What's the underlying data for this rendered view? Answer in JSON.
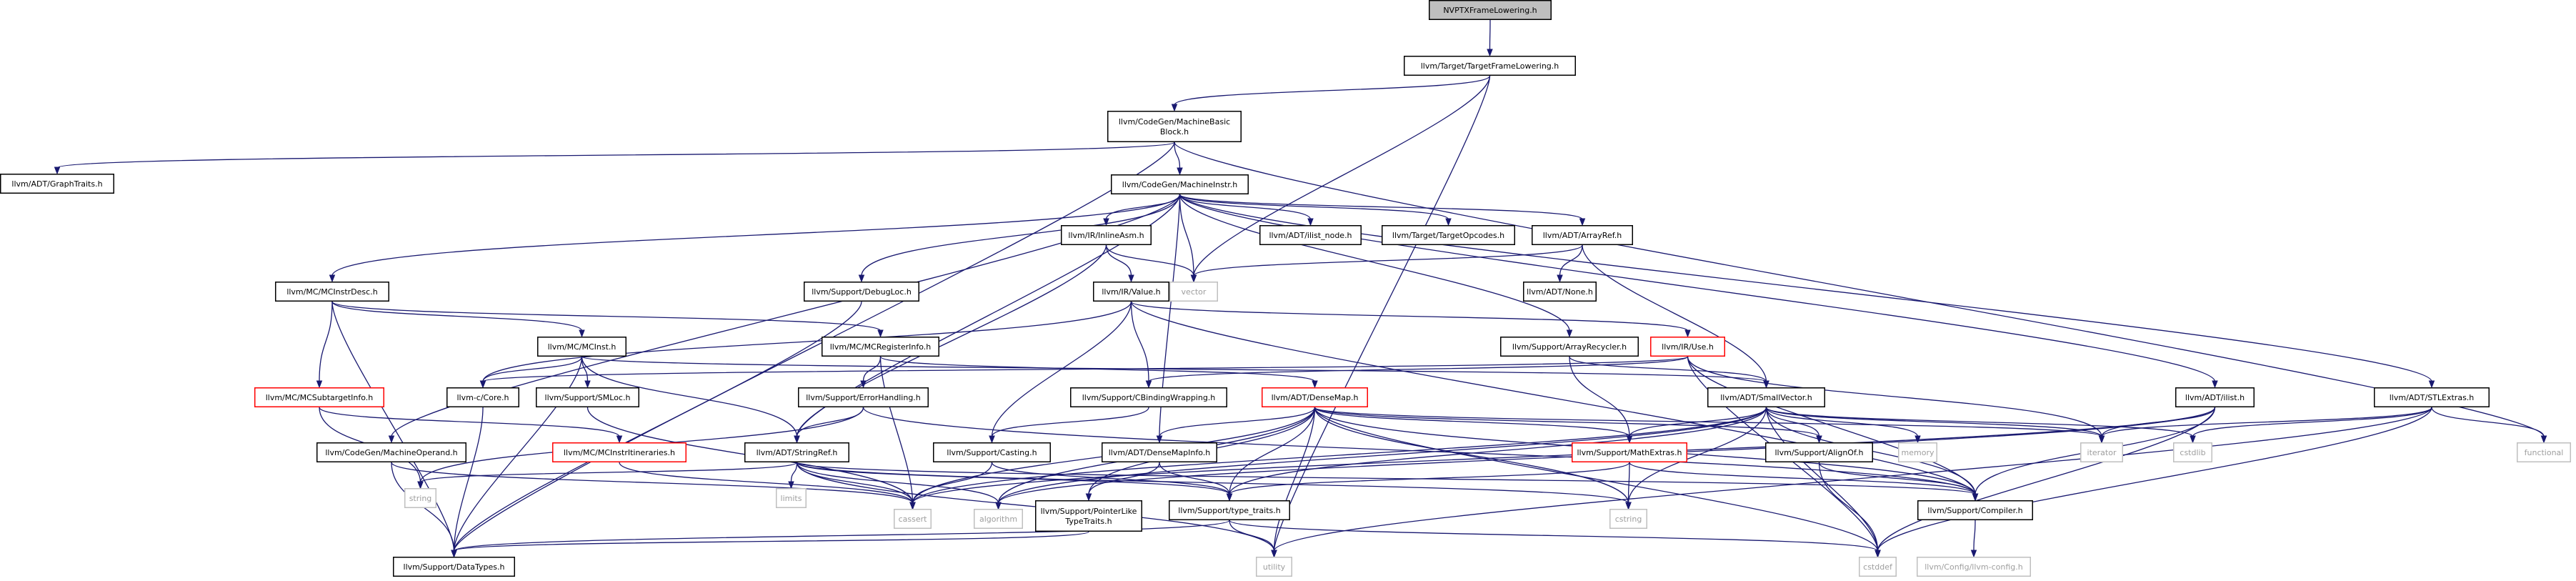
{
  "diagram": {
    "type": "include-dependency-graph",
    "colors": {
      "edge": "#191970",
      "box": "#000000",
      "highlight": "#bfbfbf",
      "missing": "#ff0000",
      "gray_border": "#bfbfbf",
      "gray_text": "#9e9e9e"
    },
    "nodes": [
      {
        "id": "root",
        "lines": [
          "NVPTXFrameLowering.h"
        ],
        "style": "highlight"
      },
      {
        "id": "tfl",
        "lines": [
          "llvm/Target/TargetFrameLowering.h"
        ],
        "style": "box"
      },
      {
        "id": "mbb",
        "lines": [
          "llvm/CodeGen/MachineBasic",
          "Block.h"
        ],
        "style": "box"
      },
      {
        "id": "gt",
        "lines": [
          "llvm/ADT/GraphTraits.h"
        ],
        "style": "box"
      },
      {
        "id": "mi",
        "lines": [
          "llvm/CodeGen/MachineInstr.h"
        ],
        "style": "box"
      },
      {
        "id": "mcid",
        "lines": [
          "llvm/MC/MCInstrDesc.h"
        ],
        "style": "box"
      },
      {
        "id": "ia",
        "lines": [
          "llvm/IR/InlineAsm.h"
        ],
        "style": "box"
      },
      {
        "id": "ilist_node",
        "lines": [
          "llvm/ADT/ilist_node.h"
        ],
        "style": "box"
      },
      {
        "id": "tgtop",
        "lines": [
          "llvm/Target/TargetOpcodes.h"
        ],
        "style": "box"
      },
      {
        "id": "aref",
        "lines": [
          "llvm/ADT/ArrayRef.h"
        ],
        "style": "box"
      },
      {
        "id": "vector",
        "lines": [
          "vector"
        ],
        "style": "gray"
      },
      {
        "id": "dbgloc",
        "lines": [
          "llvm/Support/DebugLoc.h"
        ],
        "style": "box"
      },
      {
        "id": "value",
        "lines": [
          "llvm/IR/Value.h"
        ],
        "style": "box"
      },
      {
        "id": "none",
        "lines": [
          "llvm/ADT/None.h"
        ],
        "style": "box"
      },
      {
        "id": "mcinst",
        "lines": [
          "llvm/MC/MCInst.h"
        ],
        "style": "box"
      },
      {
        "id": "mcreg",
        "lines": [
          "llvm/MC/MCRegisterInfo.h"
        ],
        "style": "box"
      },
      {
        "id": "arec",
        "lines": [
          "llvm/Support/ArrayRecycler.h"
        ],
        "style": "box"
      },
      {
        "id": "use",
        "lines": [
          "llvm/IR/Use.h"
        ],
        "style": "red"
      },
      {
        "id": "ilist",
        "lines": [
          "llvm/ADT/ilist.h"
        ],
        "style": "box"
      },
      {
        "id": "stlext",
        "lines": [
          "llvm/ADT/STLExtras.h"
        ],
        "style": "box"
      },
      {
        "id": "mcsub",
        "lines": [
          "llvm/MC/MCSubtargetInfo.h"
        ],
        "style": "red"
      },
      {
        "id": "ccore",
        "lines": [
          "llvm-c/Core.h"
        ],
        "style": "box"
      },
      {
        "id": "smloc",
        "lines": [
          "llvm/Support/SMLoc.h"
        ],
        "style": "box"
      },
      {
        "id": "errh",
        "lines": [
          "llvm/Support/ErrorHandling.h"
        ],
        "style": "box"
      },
      {
        "id": "cbw",
        "lines": [
          "llvm/Support/CBindingWrapping.h"
        ],
        "style": "box"
      },
      {
        "id": "dmap",
        "lines": [
          "llvm/ADT/DenseMap.h"
        ],
        "style": "red"
      },
      {
        "id": "svec",
        "lines": [
          "llvm/ADT/SmallVector.h"
        ],
        "style": "box"
      },
      {
        "id": "mop",
        "lines": [
          "llvm/CodeGen/MachineOperand.h"
        ],
        "style": "box"
      },
      {
        "id": "mcitin",
        "lines": [
          "llvm/MC/MCInstrItineraries.h"
        ],
        "style": "red"
      },
      {
        "id": "sref",
        "lines": [
          "llvm/ADT/StringRef.h"
        ],
        "style": "box"
      },
      {
        "id": "casting",
        "lines": [
          "llvm/Support/Casting.h"
        ],
        "style": "box"
      },
      {
        "id": "dmi",
        "lines": [
          "llvm/ADT/DenseMapInfo.h"
        ],
        "style": "box"
      },
      {
        "id": "mext",
        "lines": [
          "llvm/Support/MathExtras.h"
        ],
        "style": "red"
      },
      {
        "id": "alignof",
        "lines": [
          "llvm/Support/AlignOf.h"
        ],
        "style": "box"
      },
      {
        "id": "memory",
        "lines": [
          "memory"
        ],
        "style": "gray"
      },
      {
        "id": "iterator",
        "lines": [
          "iterator"
        ],
        "style": "gray"
      },
      {
        "id": "cstdlib",
        "lines": [
          "cstdlib"
        ],
        "style": "gray"
      },
      {
        "id": "functional",
        "lines": [
          "functional"
        ],
        "style": "gray"
      },
      {
        "id": "string",
        "lines": [
          "string"
        ],
        "style": "gray"
      },
      {
        "id": "limits",
        "lines": [
          "limits"
        ],
        "style": "gray"
      },
      {
        "id": "cassert",
        "lines": [
          "cassert"
        ],
        "style": "gray"
      },
      {
        "id": "algorithm",
        "lines": [
          "algorithm"
        ],
        "style": "gray"
      },
      {
        "id": "pli",
        "lines": [
          "llvm/Support/PointerLike",
          "TypeTraits.h"
        ],
        "style": "box"
      },
      {
        "id": "ttraits",
        "lines": [
          "llvm/Support/type_traits.h"
        ],
        "style": "box"
      },
      {
        "id": "cstring",
        "lines": [
          "cstring"
        ],
        "style": "gray"
      },
      {
        "id": "compiler",
        "lines": [
          "llvm/Support/Compiler.h"
        ],
        "style": "box"
      },
      {
        "id": "dtypes",
        "lines": [
          "llvm/Support/DataTypes.h"
        ],
        "style": "box"
      },
      {
        "id": "utility",
        "lines": [
          "utility"
        ],
        "style": "gray"
      },
      {
        "id": "cstddef",
        "lines": [
          "cstddef"
        ],
        "style": "gray"
      },
      {
        "id": "config",
        "lines": [
          "llvm/Config/llvm-config.h"
        ],
        "style": "gray"
      }
    ],
    "edges": [
      [
        "root",
        "tfl"
      ],
      [
        "tfl",
        "mbb"
      ],
      [
        "tfl",
        "vector"
      ],
      [
        "tfl",
        "utility"
      ],
      [
        "mbb",
        "gt"
      ],
      [
        "mbb",
        "mi"
      ],
      [
        "mbb",
        "functional"
      ],
      [
        "mbb",
        "dtypes"
      ],
      [
        "mi",
        "mcid"
      ],
      [
        "mi",
        "ia"
      ],
      [
        "mi",
        "ilist_node"
      ],
      [
        "mi",
        "tgtop"
      ],
      [
        "mi",
        "aref"
      ],
      [
        "mi",
        "vector"
      ],
      [
        "mi",
        "dbgloc"
      ],
      [
        "mi",
        "mop"
      ],
      [
        "mi",
        "sref"
      ],
      [
        "mi",
        "dmi"
      ],
      [
        "mi",
        "arec"
      ],
      [
        "mi",
        "ilist"
      ],
      [
        "mi",
        "stlext"
      ],
      [
        "ia",
        "value"
      ],
      [
        "ia",
        "sref"
      ],
      [
        "ia",
        "vector"
      ],
      [
        "aref",
        "none"
      ],
      [
        "aref",
        "svec"
      ],
      [
        "aref",
        "vector"
      ],
      [
        "mcid",
        "mcinst"
      ],
      [
        "mcid",
        "mcreg"
      ],
      [
        "mcid",
        "mcsub"
      ],
      [
        "mcid",
        "dtypes"
      ],
      [
        "dbgloc",
        "dtypes"
      ],
      [
        "value",
        "use"
      ],
      [
        "value",
        "cbw"
      ],
      [
        "value",
        "casting"
      ],
      [
        "value",
        "ccore"
      ],
      [
        "value",
        "compiler"
      ],
      [
        "mcinst",
        "ccore"
      ],
      [
        "mcinst",
        "smloc"
      ],
      [
        "mcinst",
        "sref"
      ],
      [
        "mcinst",
        "svec"
      ],
      [
        "mcinst",
        "dtypes"
      ],
      [
        "mcreg",
        "dmap"
      ],
      [
        "mcreg",
        "errh"
      ],
      [
        "mcreg",
        "cassert"
      ],
      [
        "arec",
        "svec"
      ],
      [
        "arec",
        "mext"
      ],
      [
        "use",
        "ccore"
      ],
      [
        "use",
        "cbw"
      ],
      [
        "use",
        "compiler"
      ],
      [
        "use",
        "iterator"
      ],
      [
        "use",
        "cstddef"
      ],
      [
        "ilist",
        "iterator"
      ],
      [
        "ilist",
        "cstddef"
      ],
      [
        "ilist",
        "compiler"
      ],
      [
        "ilist",
        "algorithm"
      ],
      [
        "ilist",
        "cassert"
      ],
      [
        "stlext",
        "cstdlib"
      ],
      [
        "stlext",
        "iterator"
      ],
      [
        "stlext",
        "functional"
      ],
      [
        "stlext",
        "utility"
      ],
      [
        "stlext",
        "cstddef"
      ],
      [
        "mcsub",
        "mcitin"
      ],
      [
        "mcsub",
        "string"
      ],
      [
        "ccore",
        "dtypes"
      ],
      [
        "smloc",
        "cassert"
      ],
      [
        "errh",
        "sref"
      ],
      [
        "errh",
        "compiler"
      ],
      [
        "errh",
        "string"
      ],
      [
        "cbw",
        "casting"
      ],
      [
        "dmap",
        "dmi"
      ],
      [
        "dmap",
        "mext"
      ],
      [
        "dmap",
        "alignof"
      ],
      [
        "dmap",
        "ttraits"
      ],
      [
        "dmap",
        "pli"
      ],
      [
        "dmap",
        "compiler"
      ],
      [
        "dmap",
        "algorithm"
      ],
      [
        "dmap",
        "iterator"
      ],
      [
        "dmap",
        "utility"
      ],
      [
        "dmap",
        "cassert"
      ],
      [
        "dmap",
        "cstring"
      ],
      [
        "dmap",
        "cstddef"
      ],
      [
        "svec",
        "alignof"
      ],
      [
        "svec",
        "compiler"
      ],
      [
        "svec",
        "mext"
      ],
      [
        "svec",
        "ttraits"
      ],
      [
        "svec",
        "algorithm"
      ],
      [
        "svec",
        "cassert"
      ],
      [
        "svec",
        "cstddef"
      ],
      [
        "svec",
        "cstdlib"
      ],
      [
        "svec",
        "cstring"
      ],
      [
        "svec",
        "iterator"
      ],
      [
        "svec",
        "memory"
      ],
      [
        "mop",
        "dtypes"
      ],
      [
        "mop",
        "cassert"
      ],
      [
        "mcitin",
        "cassert"
      ],
      [
        "sref",
        "ttraits"
      ],
      [
        "sref",
        "compiler"
      ],
      [
        "sref",
        "algorithm"
      ],
      [
        "sref",
        "cassert"
      ],
      [
        "sref",
        "cstring"
      ],
      [
        "sref",
        "limits"
      ],
      [
        "sref",
        "string"
      ],
      [
        "sref",
        "utility"
      ],
      [
        "casting",
        "ttraits"
      ],
      [
        "casting",
        "cassert"
      ],
      [
        "dmi",
        "pli"
      ],
      [
        "dmi",
        "ttraits"
      ],
      [
        "mext",
        "compiler"
      ],
      [
        "mext",
        "ttraits"
      ],
      [
        "mext",
        "cstring"
      ],
      [
        "alignof",
        "compiler"
      ],
      [
        "alignof",
        "cstddef"
      ],
      [
        "pli",
        "dtypes"
      ],
      [
        "ttraits",
        "dtypes"
      ],
      [
        "ttraits",
        "utility"
      ],
      [
        "ttraits",
        "cstddef"
      ],
      [
        "compiler",
        "config"
      ]
    ]
  }
}
